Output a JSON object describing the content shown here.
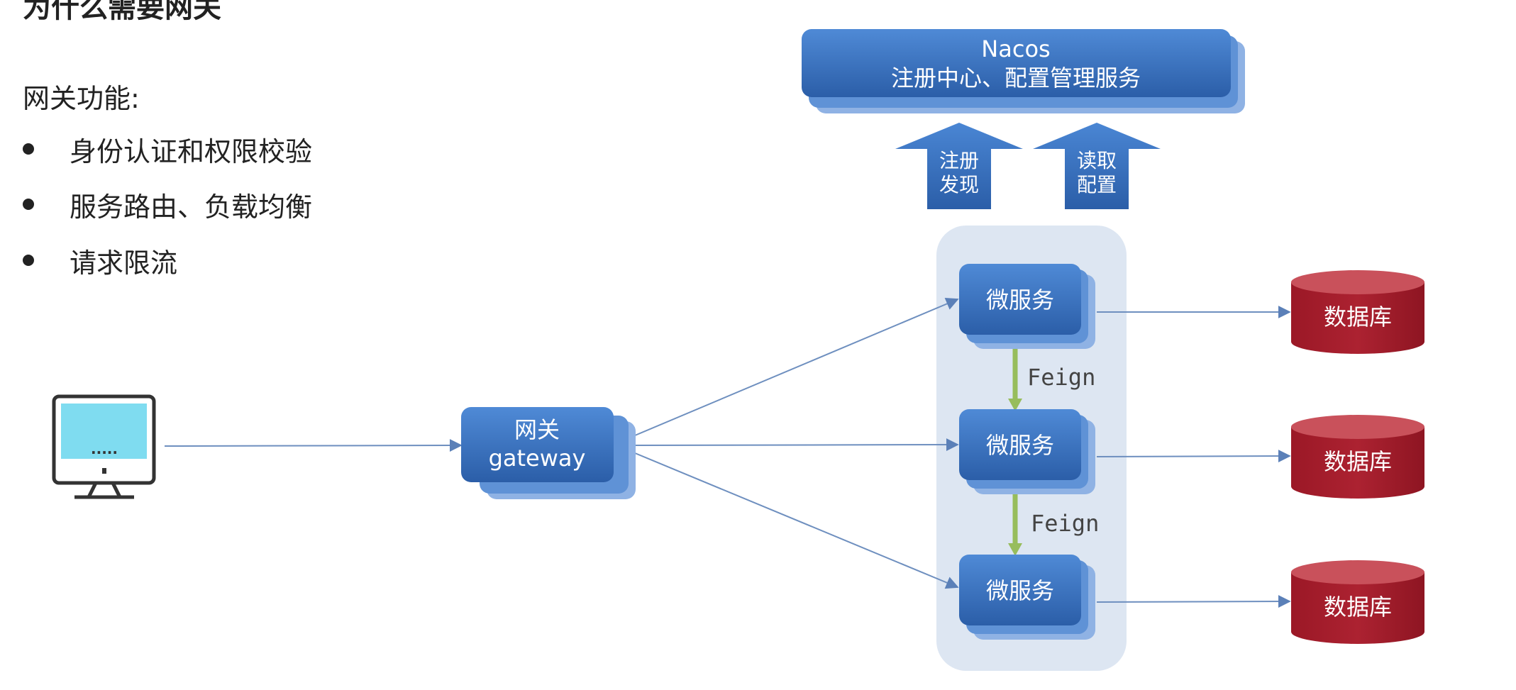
{
  "slide": {
    "title": "为什么需要网关",
    "features_label": "网关功能:",
    "features": [
      "身份认证和权限校验",
      "服务路由、负载均衡",
      "请求限流"
    ]
  },
  "diagram": {
    "nacos": {
      "line1": "Nacos",
      "line2": "注册中心、配置管理服务"
    },
    "register_arrow": {
      "line1": "注册",
      "line2": "发现"
    },
    "config_arrow": {
      "line1": "读取",
      "line2": "配置"
    },
    "client_screen_text": ".....",
    "gateway": {
      "line1": "网关",
      "line2": "gateway"
    },
    "services": [
      "微服务",
      "微服务",
      "微服务"
    ],
    "databases": [
      "数据库",
      "数据库",
      "数据库"
    ],
    "feign_labels": [
      "Feign",
      "Feign"
    ],
    "colors": {
      "box_blue": "#3f78c8",
      "box_blue_dark": "#2d5ea8",
      "shadow_blue": "#8fb2e4",
      "cluster_bg": "#dde6f2",
      "db_red": "#a11d2b",
      "db_top": "#c9515b",
      "connector": "#6e8fbf",
      "feign_green": "#97bd5c"
    }
  }
}
